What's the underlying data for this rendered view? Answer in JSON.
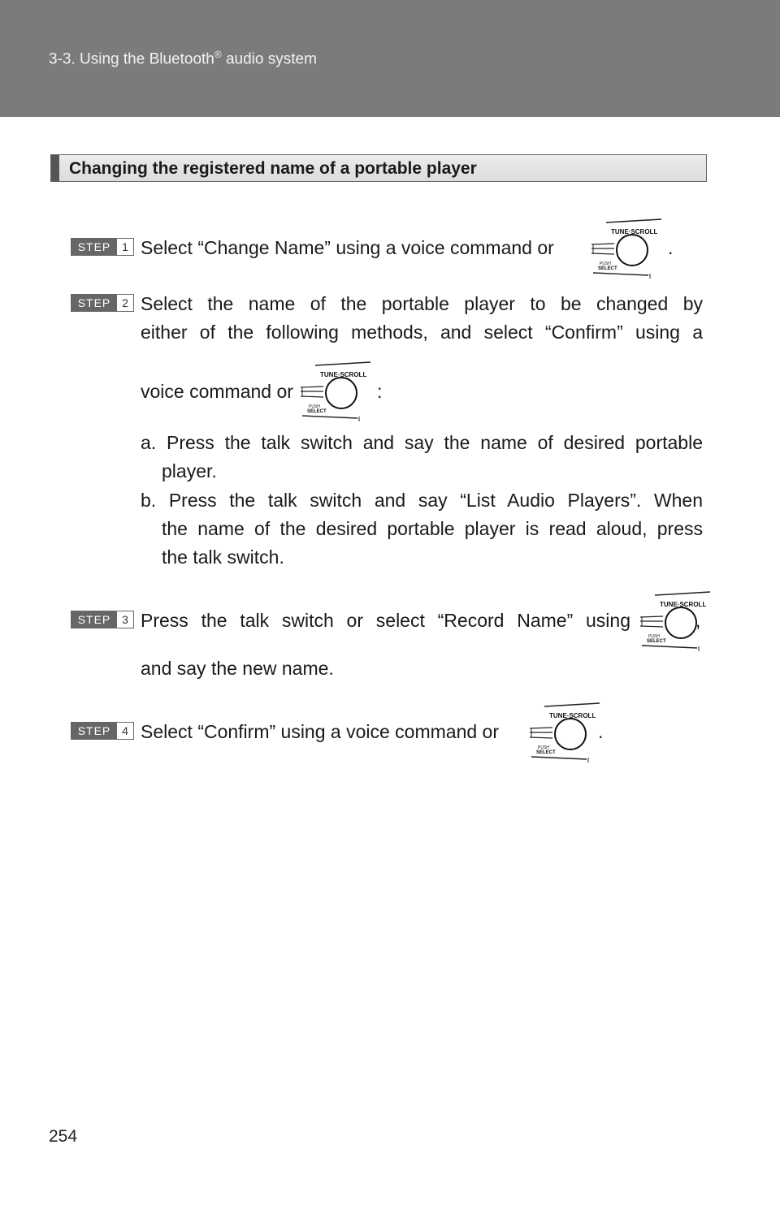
{
  "header": {
    "section_prefix": "3-3. Using the Bluetooth",
    "registered_mark": "®",
    "section_suffix": " audio system"
  },
  "section_title": "Changing the registered name of a portable player",
  "step_word": "STEP",
  "steps": [
    {
      "number": "1",
      "line1_before": "Select “Change Name” using a voice command or",
      "line1_after": "."
    },
    {
      "number": "2",
      "line1": "Select the name of the portable player to be changed by",
      "line2": "either of the following methods, and select “Confirm” using a",
      "line3_before": "voice command or",
      "line3_after": ":",
      "option_a_line1": "a. Press the talk switch and say the name of desired portable",
      "option_a_line2": "player.",
      "option_b_line1": "b. Press the talk switch and say “List Audio Players”. When",
      "option_b_line2": "the name of the desired portable player is read aloud, press",
      "option_b_line3": "the talk switch."
    },
    {
      "number": "3",
      "line1_before": "Press the talk switch or select “Record Name” using",
      "line1_after": ",",
      "line2": "and say the new name."
    },
    {
      "number": "4",
      "line1_before": "Select “Confirm” using a voice command or",
      "line1_after": "."
    }
  ],
  "knob_labels": {
    "top": "TUNE·SCROLL",
    "push": "PUSH",
    "select": "SELECT"
  },
  "knob_icon": "tune-scroll-knob-icon",
  "page_number": "254"
}
